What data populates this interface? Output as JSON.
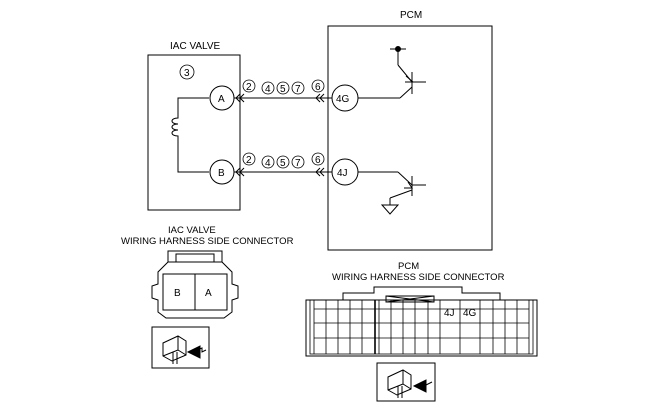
{
  "iac_valve": {
    "title": "IAC VALVE",
    "circled_number": "3",
    "terminals": [
      "A",
      "B"
    ]
  },
  "pcm": {
    "title": "PCM",
    "terminals": [
      "4G",
      "4J"
    ]
  },
  "wires": [
    {
      "from": "A",
      "to": "4G",
      "notes_left": "2",
      "notes_mid": [
        "4",
        "5",
        "7"
      ],
      "notes_right": "6"
    },
    {
      "from": "B",
      "to": "4J",
      "notes_left": "2",
      "notes_mid": [
        "4",
        "5",
        "7"
      ],
      "notes_right": "6"
    }
  ],
  "iac_connector": {
    "title_line1": "IAC VALVE",
    "title_line2": "WIRING HARNESS SIDE CONNECTOR",
    "pins": [
      "B",
      "A"
    ]
  },
  "pcm_connector": {
    "title_line1": "PCM",
    "title_line2": "WIRING HARNESS SIDE CONNECTOR",
    "pins": [
      "4J",
      "4G"
    ]
  }
}
